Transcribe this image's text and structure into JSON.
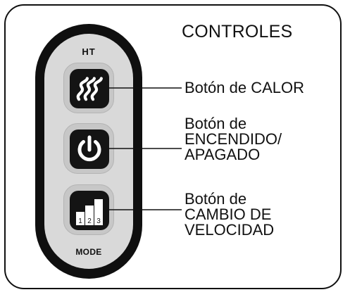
{
  "title": "CONTROLES",
  "remote": {
    "top_label": "HT",
    "bottom_label": "MODE",
    "buttons": [
      {
        "name": "heat",
        "icon": "heat-waves-icon"
      },
      {
        "name": "power",
        "icon": "power-icon"
      },
      {
        "name": "speed",
        "icon": "speed-bars-icon",
        "digits": [
          "1",
          "2",
          "3"
        ]
      }
    ]
  },
  "callouts": {
    "heat": {
      "lines": [
        "Botón de CALOR"
      ]
    },
    "power": {
      "lines": [
        "Botón de",
        "ENCENDIDO/",
        "APAGADO"
      ]
    },
    "speed": {
      "lines": [
        "Botón de",
        "CAMBIO DE",
        "VELOCIDAD"
      ]
    }
  },
  "colors": {
    "remote_body": "#0f0f0f",
    "remote_face": "#d9d9d9",
    "button": "#141414",
    "icon": "#ffffff"
  }
}
